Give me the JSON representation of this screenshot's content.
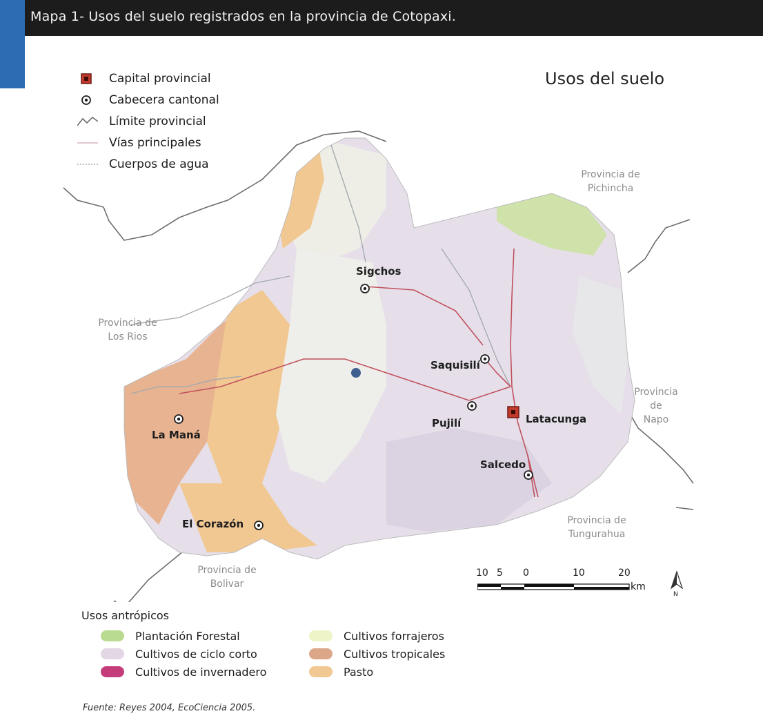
{
  "header": {
    "title": "Mapa 1- Usos del suelo registrados en la provincia de Cotopaxi."
  },
  "map": {
    "heading": "Usos del suelo",
    "legend_symbols": [
      {
        "label": "Capital provincial",
        "icon": "capital-square-icon"
      },
      {
        "label": "Cabecera cantonal",
        "icon": "canton-circle-icon"
      },
      {
        "label": "Límite provincial",
        "icon": "boundary-line-icon"
      },
      {
        "label": "Vías principales",
        "icon": "road-line-icon"
      },
      {
        "label": "Cuerpos de agua",
        "icon": "water-line-icon"
      }
    ],
    "neighbors": {
      "pichincha": [
        "Provincia de",
        "Pichincha"
      ],
      "los_rios": [
        "Provincia de",
        "Los Rios"
      ],
      "napo": [
        "Provincia",
        "de",
        "Napo"
      ],
      "tungurahua": [
        "Provincia de",
        "Tungurahua"
      ],
      "bolivar": [
        "Provincia de",
        "Bolivar"
      ]
    },
    "places": {
      "sigchos": "Sigchos",
      "saquisili": "Saquisilí",
      "latacunga": "Latacunga",
      "pujili": "Pujilí",
      "la_mana": "La Maná",
      "salcedo": "Salcedo",
      "el_corazon": "El Corazón"
    },
    "scale": {
      "ticks": [
        "10",
        "5",
        "0",
        "10",
        "20"
      ],
      "unit": "km",
      "north": "N"
    }
  },
  "land_use_legend": {
    "heading": "Usos antrópicos",
    "items": [
      {
        "label": "Plantación Forestal",
        "color": "#b9db8f"
      },
      {
        "label": "Cultivos forrajeros",
        "color": "#eef3c8"
      },
      {
        "label": "Cultivos de ciclo corto",
        "color": "#e3d7e6"
      },
      {
        "label": "Cultivos tropicales",
        "color": "#dba788"
      },
      {
        "label": "Cultivos de invernadero",
        "color": "#c43d7a"
      },
      {
        "label": "Pasto",
        "color": "#f2c892"
      }
    ]
  },
  "source": "Fuente: Reyes 2004, EcoCiencia 2005."
}
